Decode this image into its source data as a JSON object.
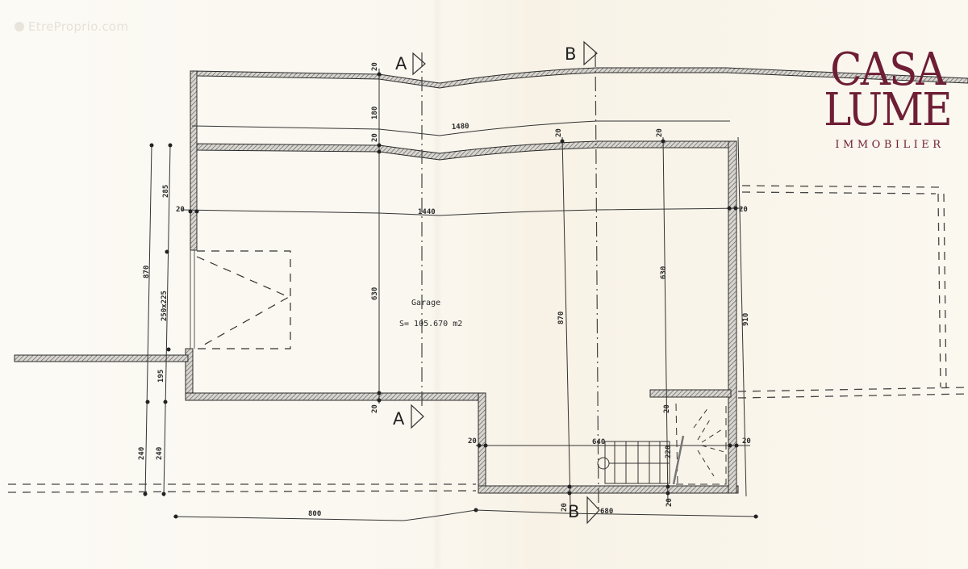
{
  "watermark": {
    "text": "EtreProprio.com",
    "icon": "copyright-circle-icon"
  },
  "logo": {
    "line1": "CASA",
    "line2": "LUME",
    "line3": "IMMOBILIER",
    "color": "#6e1e35"
  },
  "plan": {
    "room": {
      "name": "Garage",
      "surface": "S= 105.670 m2"
    },
    "section_markers": [
      {
        "label": "A",
        "position": "top"
      },
      {
        "label": "B",
        "position": "top"
      },
      {
        "label": "A",
        "position": "bottom"
      },
      {
        "label": "B",
        "position": "bottom"
      }
    ],
    "dimensions": {
      "top_wall_left": "20",
      "top_band_height": "180",
      "top_band_width": "1480",
      "inner_wall_left": "20",
      "inner_wall_mid1": "20",
      "inner_wall_mid2": "20",
      "main_width": "1440",
      "left_wall": "20",
      "right_wall": "20",
      "left_outer_total": "870",
      "left_upper": "285",
      "door_size": "250x225",
      "left_lower": "195",
      "bottom_left_1": "240",
      "bottom_left_2": "240",
      "depth_left": "630",
      "depth_center": "870",
      "depth_right": "630",
      "right_total": "910",
      "bottom_wall_a": "20",
      "stair_left_wall": "20",
      "stair_width": "640",
      "stair_depth": "220",
      "stair_right_wall": "20",
      "stair_top_wall": "20",
      "bottom_b_wall": "20",
      "bottom_right_wall": "20",
      "bottom_total_left": "800",
      "bottom_total_right": "680"
    }
  }
}
